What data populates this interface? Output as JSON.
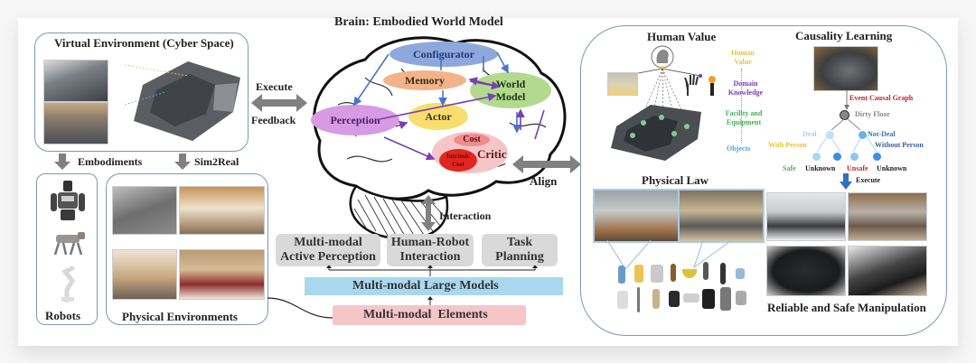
{
  "figure": {
    "left": {
      "virtual_env_title": "Virtual Environment (Cyber Space)",
      "embodiments_label": "Embodiments",
      "sim2real_label": "Sim2Real",
      "robots_title": "Robots",
      "physical_env_title": "Physical Environments"
    },
    "links": {
      "execute": "Execute",
      "feedback": "Feedback",
      "align": "Align",
      "interaction": "Interaction"
    },
    "brain": {
      "title": "Brain: Embodied World Model",
      "modules": {
        "configurator": "Configurator",
        "memory": "Memory",
        "world_model_1": "World",
        "world_model_2": "Model",
        "perception": "Perception",
        "actor": "Actor",
        "cost": "Cost",
        "critic": "Critic",
        "intrinsic_cost_1": "Intrinsic",
        "intrinsic_cost_2": "Cost"
      },
      "colors": {
        "configurator": "#8fa8dc",
        "memory": "#f2b38a",
        "world_model": "#b3d98f",
        "perception": "#d69be3",
        "actor": "#f9de6e",
        "critic": "#f6c5c8",
        "cost": "#ee8c8e",
        "intrinsic_cost": "#e0261e",
        "arrow_blue": "#4a74c9",
        "arrow_purple": "#7a3fb0"
      }
    },
    "capabilities": [
      {
        "line1": "Multi-modal",
        "line2": "Active Perception"
      },
      {
        "line1": "Human-Robot",
        "line2": "Interaction"
      },
      {
        "line1": "Task",
        "line2": "Planning"
      }
    ],
    "large_models": "Multi-modal Large Models",
    "elements": "Multi-modal  Elements",
    "right": {
      "human_value_title": "Human Value",
      "hierarchy": [
        "Human Value",
        "Domain Knowledge",
        "Facility and Equipment",
        "Objects"
      ],
      "hierarchy_colors": [
        "#e8c23a",
        "#7b3fb0",
        "#3fb35b",
        "#4aa6e0"
      ],
      "physical_law_title": "Physical Law",
      "causality_title": "Causality Learning",
      "event_causal_graph": "Event Causal Graph",
      "dirty_floor": "Dirty Floor",
      "deal": "Deal",
      "not_deal": "Not-Deal",
      "with_person": "With Person",
      "without_person": "Without Person",
      "outcomes": [
        "Safe",
        "Unknown",
        "Unsafe",
        "Unknown"
      ],
      "execute": "Execute",
      "manipulation_title": "Reliable and Safe Manipulation"
    }
  }
}
